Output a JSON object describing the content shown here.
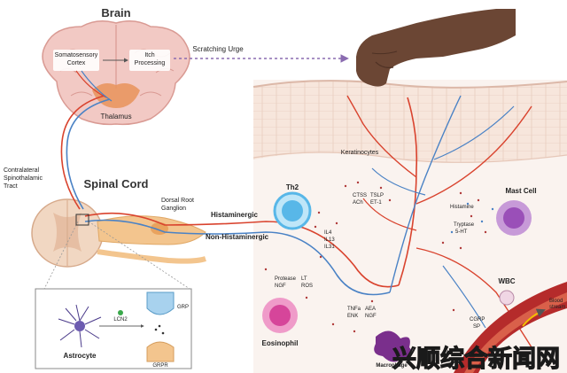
{
  "labels": {
    "brain": "Brain",
    "somatosensory_1": "Somatosensory",
    "somatosensory_2": "Cortex",
    "itch_1": "Itch",
    "itch_2": "Processing",
    "scratching_urge": "Scratching Urge",
    "thalamus": "Thalamus",
    "contralateral_1": "Contralateral",
    "contralateral_2": "Spinothalamic",
    "contralateral_3": "Tract",
    "spinal_cord": "Spinal Cord",
    "drg_1": "Dorsal Root",
    "drg_2": "Ganglion",
    "histaminergic": "Histaminergic",
    "non_histaminergic": "Non-Histaminergic",
    "keratinocytes": "Keratinocytes",
    "th2": "Th2",
    "mast_cell": "Mast Cell",
    "eosinophil": "Eosinophil",
    "macrophage": "Macrophage",
    "wbc": "WBC",
    "blood_1": "Blood",
    "blood_2": "stream",
    "astrocyte": "Astrocyte",
    "lcn2": "LCN2",
    "grp": "GRP",
    "grpr": "GRPR"
  },
  "mediators": {
    "keratinocyte": [
      "CTSS",
      "TSLP",
      "ACh",
      "ET-1"
    ],
    "th2": [
      "IL4",
      "IL13",
      "IL31"
    ],
    "mast": [
      "Histamine",
      "Tryptase",
      "5-HT"
    ],
    "eosinophil": [
      "Protease",
      "LT",
      "NGF",
      "ROS"
    ],
    "macrophage": [
      "TNFa",
      "AEA",
      "ENK",
      "NGF"
    ],
    "neuro": [
      "CGRP",
      "SP"
    ]
  },
  "watermark": "兴顺综合新闻网",
  "colors": {
    "brain": "#f2c9c4",
    "brain_line": "#d99a93",
    "thalamus": "#e9935a",
    "spinal": "#f1d7c2",
    "ganglion": "#f3c58e",
    "nerve_red": "#d9432e",
    "nerve_blue": "#4a82c5",
    "skin": "#f6e2d6",
    "hand": "#6b4634",
    "arrow": "#8a6bb0",
    "th2": "#58b7e8",
    "mast": "#9a4fb8",
    "eos": "#d6459a",
    "macro": "#7a2f8c",
    "vessel": "#b52b2b"
  }
}
